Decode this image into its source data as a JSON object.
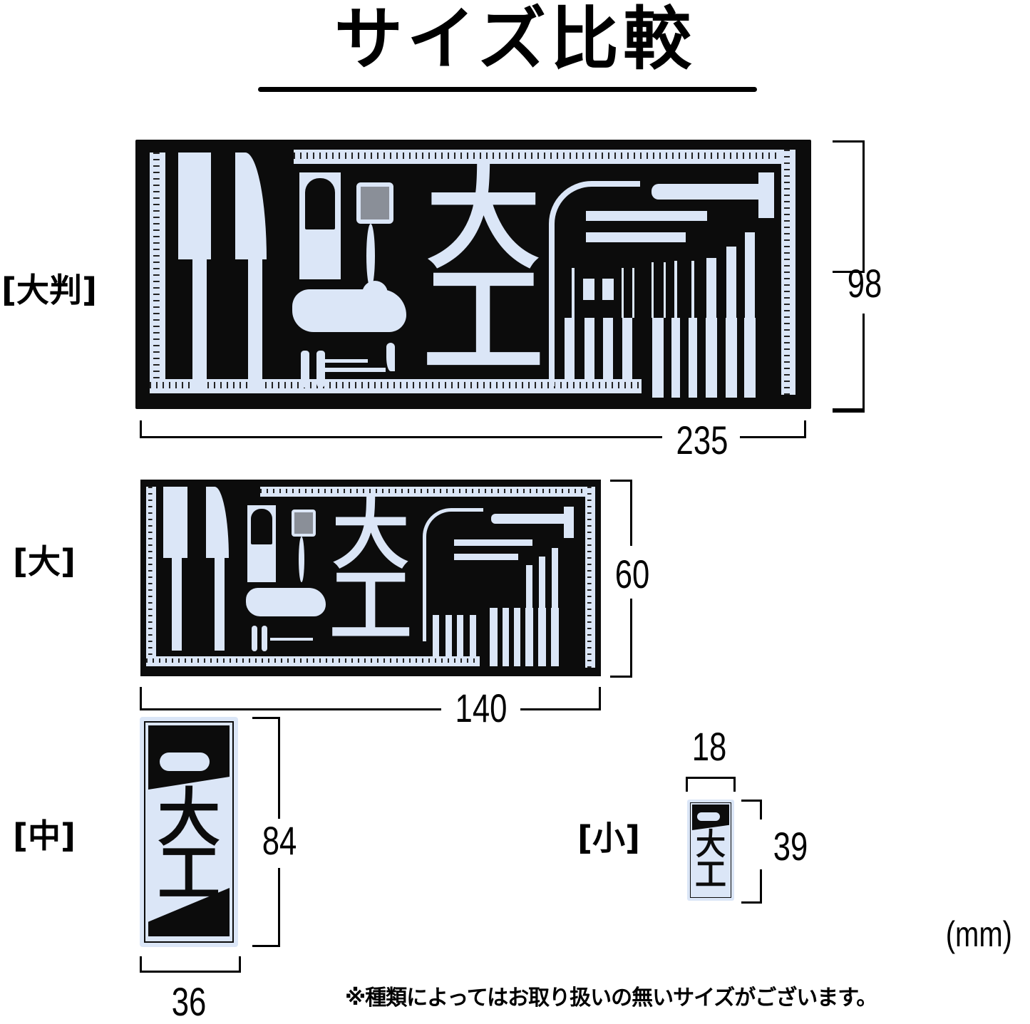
{
  "title": "サイズ比較",
  "unit": "(mm)",
  "note": "※種類によってはお取り扱いの無いサイズがございます。",
  "sizes": [
    {
      "label": "[大判]",
      "width": "235",
      "height": "98"
    },
    {
      "label": "[大]",
      "width": "140",
      "height": "60"
    },
    {
      "label": "[中]",
      "width": "36",
      "height": "84"
    },
    {
      "label": "[小]",
      "width": "18",
      "height": "39"
    }
  ],
  "sticker_text": "大工",
  "colors": {
    "dark": "#0c0c0c",
    "pale": "#dbe6f7"
  },
  "chart_data": {
    "type": "table",
    "title": "サイズ比較",
    "columns": [
      "size",
      "width_mm",
      "height_mm"
    ],
    "rows": [
      [
        "大判",
        235,
        98
      ],
      [
        "大",
        140,
        60
      ],
      [
        "中",
        36,
        84
      ],
      [
        "小",
        18,
        39
      ]
    ],
    "unit": "mm"
  }
}
